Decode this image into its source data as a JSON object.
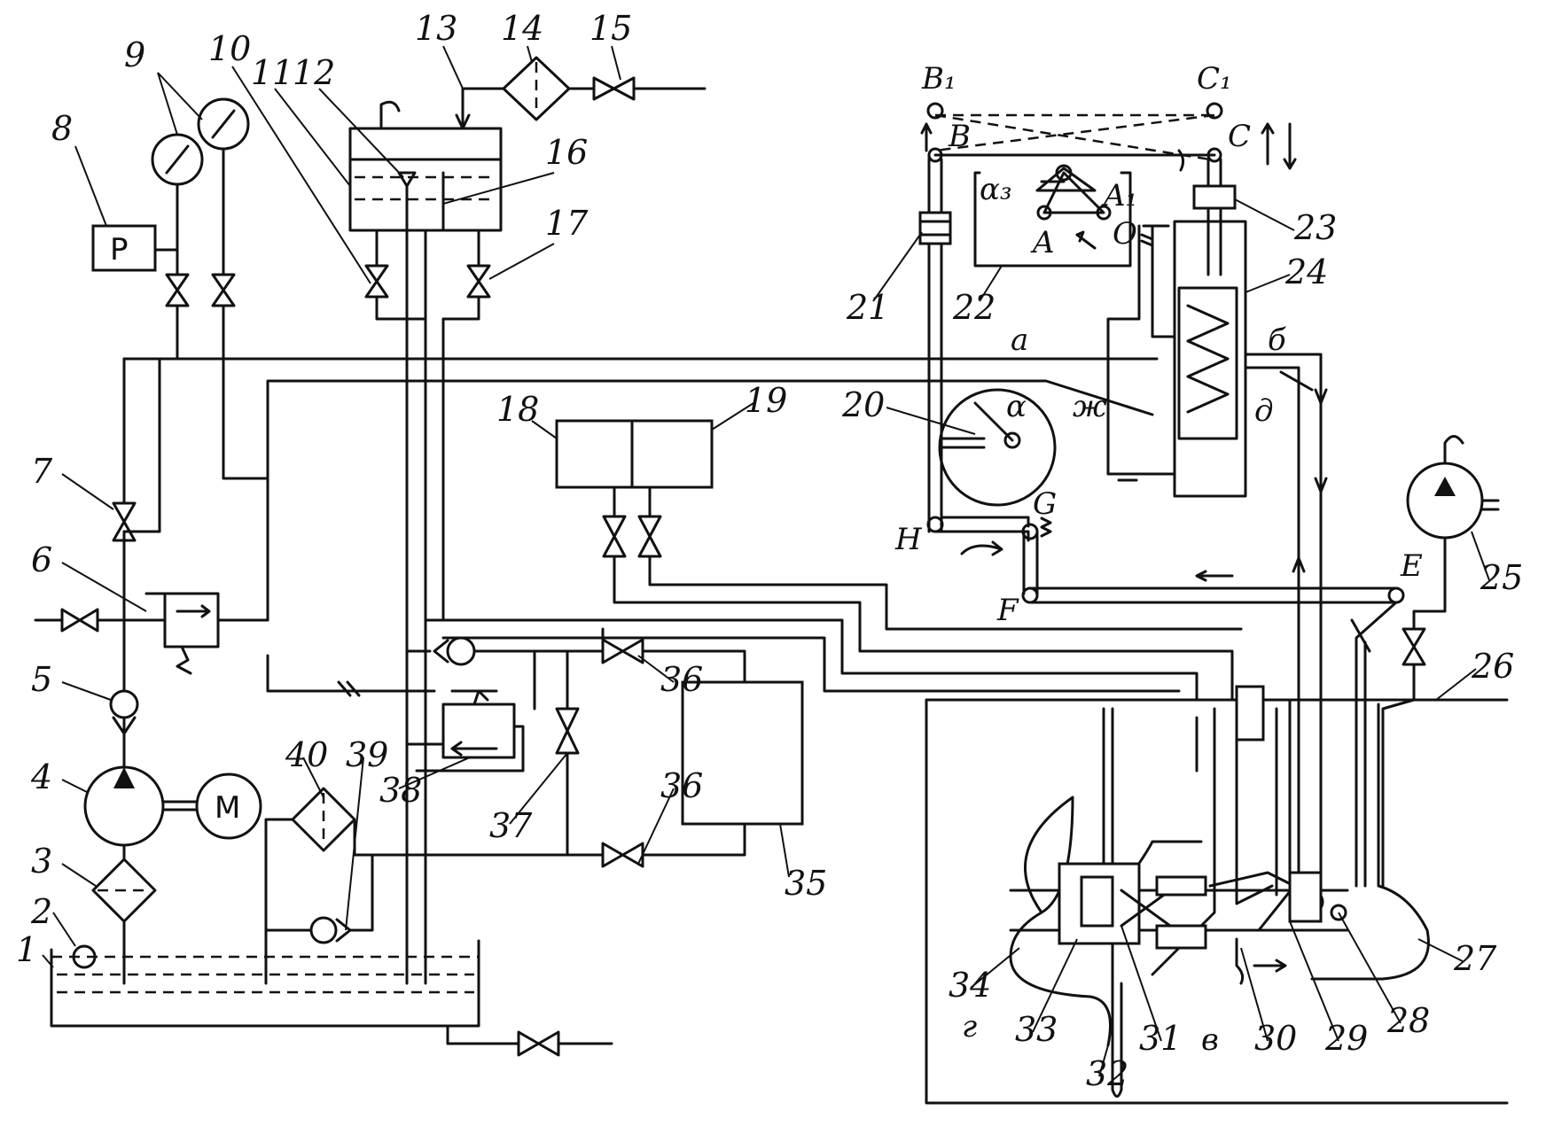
{
  "diagram": {
    "numbered_labels": [
      "1",
      "2",
      "3",
      "4",
      "5",
      "6",
      "7",
      "8",
      "9",
      "10",
      "11",
      "12",
      "13",
      "14",
      "15",
      "16",
      "17",
      "18",
      "19",
      "20",
      "21",
      "22",
      "23",
      "24",
      "25",
      "26",
      "27",
      "28",
      "29",
      "30",
      "31",
      "32",
      "33",
      "34",
      "35",
      "36",
      "36",
      "37",
      "38",
      "39",
      "40"
    ],
    "linkage_points": [
      "B₁",
      "C₁",
      "B",
      "C",
      "A₁",
      "A",
      "O",
      "H",
      "G",
      "F",
      "E"
    ],
    "angle_labels": [
      "α₃",
      "α"
    ],
    "channel_letters": [
      "а",
      "б",
      "ж",
      "д",
      "г",
      "в"
    ],
    "pressure_switch": "P",
    "motor": "M"
  }
}
